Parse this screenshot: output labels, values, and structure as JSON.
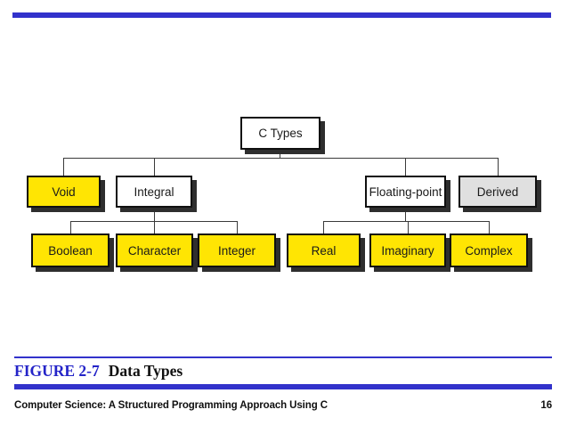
{
  "slide": {
    "colors": {
      "accent_blue": "#3232cb",
      "node_yellow": "#ffe503",
      "node_white": "#ffffff",
      "node_gray": "#e0e0e0",
      "node_border": "#101010",
      "node_shadow": "#2e2e2e",
      "connector": "#3a3a3a",
      "background": "#ffffff"
    }
  },
  "diagram": {
    "nodes": {
      "ctypes": {
        "label": "C Types",
        "fill": "#ffffff"
      },
      "void": {
        "label": "Void",
        "fill": "#ffe503"
      },
      "integral": {
        "label": "Integral",
        "fill": "#ffffff"
      },
      "floating": {
        "label": "Floating-point",
        "fill": "#ffffff"
      },
      "derived": {
        "label": "Derived",
        "fill": "#e0e0e0"
      },
      "boolean": {
        "label": "Boolean",
        "fill": "#ffe503"
      },
      "character": {
        "label": "Character",
        "fill": "#ffe503"
      },
      "integer": {
        "label": "Integer",
        "fill": "#ffe503"
      },
      "real": {
        "label": "Real",
        "fill": "#ffe503"
      },
      "imaginary": {
        "label": "Imaginary",
        "fill": "#ffe503"
      },
      "complex": {
        "label": "Complex",
        "fill": "#ffe503"
      }
    },
    "hierarchy": {
      "root": "C Types",
      "children_of_root": [
        "Void",
        "Integral",
        "Floating-point",
        "Derived"
      ],
      "children_of_integral": [
        "Boolean",
        "Character",
        "Integer"
      ],
      "children_of_floating_point": [
        "Real",
        "Imaginary",
        "Complex"
      ]
    }
  },
  "caption": {
    "figure_label": "FIGURE 2-7",
    "figure_title": "Data Types"
  },
  "footer": {
    "book_title": "Computer Science: A Structured Programming Approach Using C",
    "page_number": "16"
  }
}
